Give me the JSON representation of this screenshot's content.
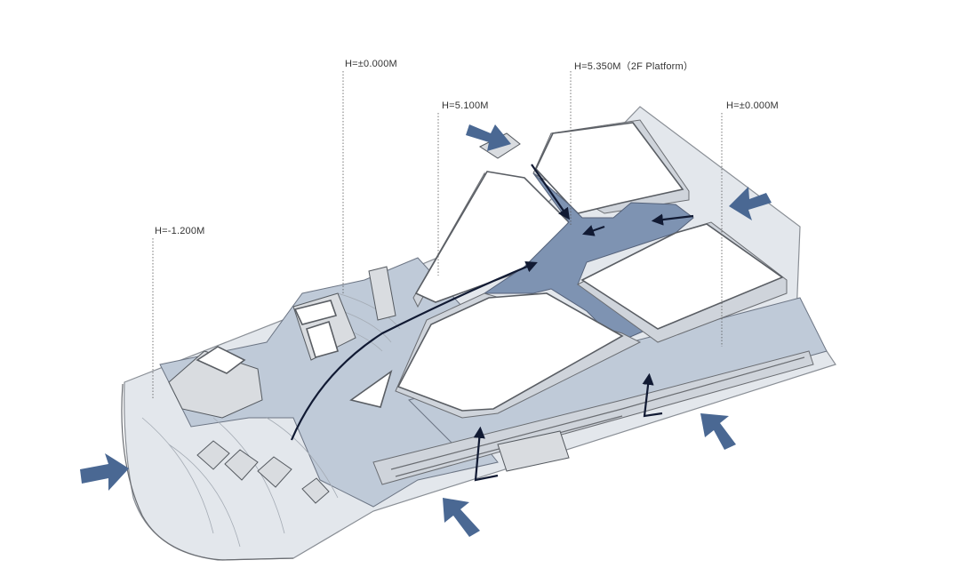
{
  "labels": {
    "h_minus_1200": "H=-1.200M",
    "h_zero_left": "H=±0.000M",
    "h_5100": "H=5.100M",
    "h_5350": "H=5.350M（2F Platform）",
    "h_zero_right": "H=±0.000M"
  },
  "colors": {
    "entry_arrow": "#4a6893",
    "flow_arrow": "#111a33",
    "platform": "#7e93b2",
    "plaza": "#bfcad8",
    "building_roof": "#ffffff",
    "ground": "#e3e7ec"
  },
  "icons": {
    "entry": "entry-arrow-icon",
    "circulation": "circulation-arrow-icon"
  }
}
